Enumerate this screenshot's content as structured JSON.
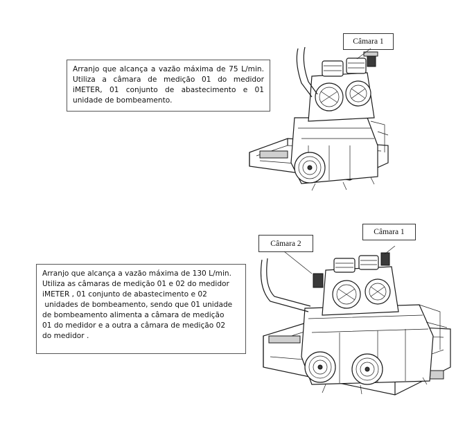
{
  "arrangement_1": {
    "description": "Arranjo que alcança a vazão máxima de 75 L/min. Utiliza a câmara de medição 01 do medidor iMETER, 01 conjunto de abastecimento e 01 unidade de bombeamento.",
    "label_camera_1": "Câmara 1"
  },
  "arrangement_2": {
    "description_lines": [
      "Arranjo que alcança a vazão máxima de 130 L/min.",
      "Utiliza as câmaras de medição 01 e 02 do medidor",
      "iMETER , 01 conjunto de abastecimento e 02",
      " unidades de bombeamento, sendo que 01 unidade",
      "de bombeamento alimenta a câmara de medição",
      "01 do medidor e a outra a câmara de medição 02",
      "do medidor ."
    ],
    "label_camera_1": "Câmara 1",
    "label_camera_2": "Câmara 2"
  }
}
